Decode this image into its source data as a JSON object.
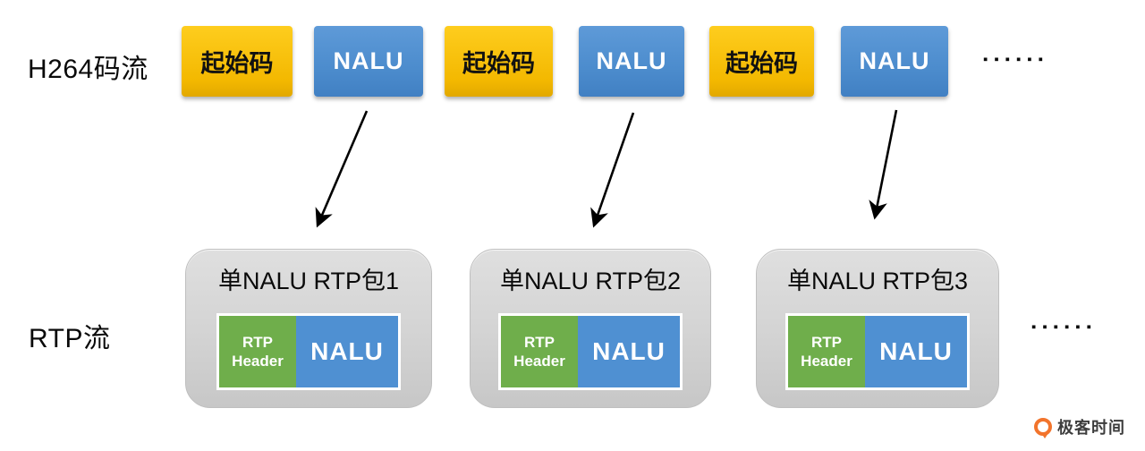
{
  "h264_stream": {
    "label": "H264码流",
    "items": [
      {
        "type": "start-code",
        "label": "起始码"
      },
      {
        "type": "nalu",
        "label": "NALU"
      },
      {
        "type": "start-code",
        "label": "起始码"
      },
      {
        "type": "nalu",
        "label": "NALU"
      },
      {
        "type": "start-code",
        "label": "起始码"
      },
      {
        "type": "nalu",
        "label": "NALU"
      }
    ],
    "ellipsis": "▪▪▪▪▪▪"
  },
  "rtp_stream": {
    "label": "RTP流",
    "packets": [
      {
        "title": "单NALU RTP包1",
        "header": "RTP Header",
        "payload": "NALU"
      },
      {
        "title": "单NALU RTP包2",
        "header": "RTP Header",
        "payload": "NALU"
      },
      {
        "title": "单NALU RTP包3",
        "header": "RTP Header",
        "payload": "NALU"
      }
    ],
    "ellipsis": "▪▪▪▪▪▪"
  },
  "branding": {
    "logo_text": "极客时间"
  },
  "colors": {
    "start_code_yellow": "#f3b800",
    "nalu_blue": "#4f90d2",
    "rtp_header_green": "#6fae4b",
    "packet_gray": "#d2d2d2",
    "logo_orange": "#f2742c"
  }
}
